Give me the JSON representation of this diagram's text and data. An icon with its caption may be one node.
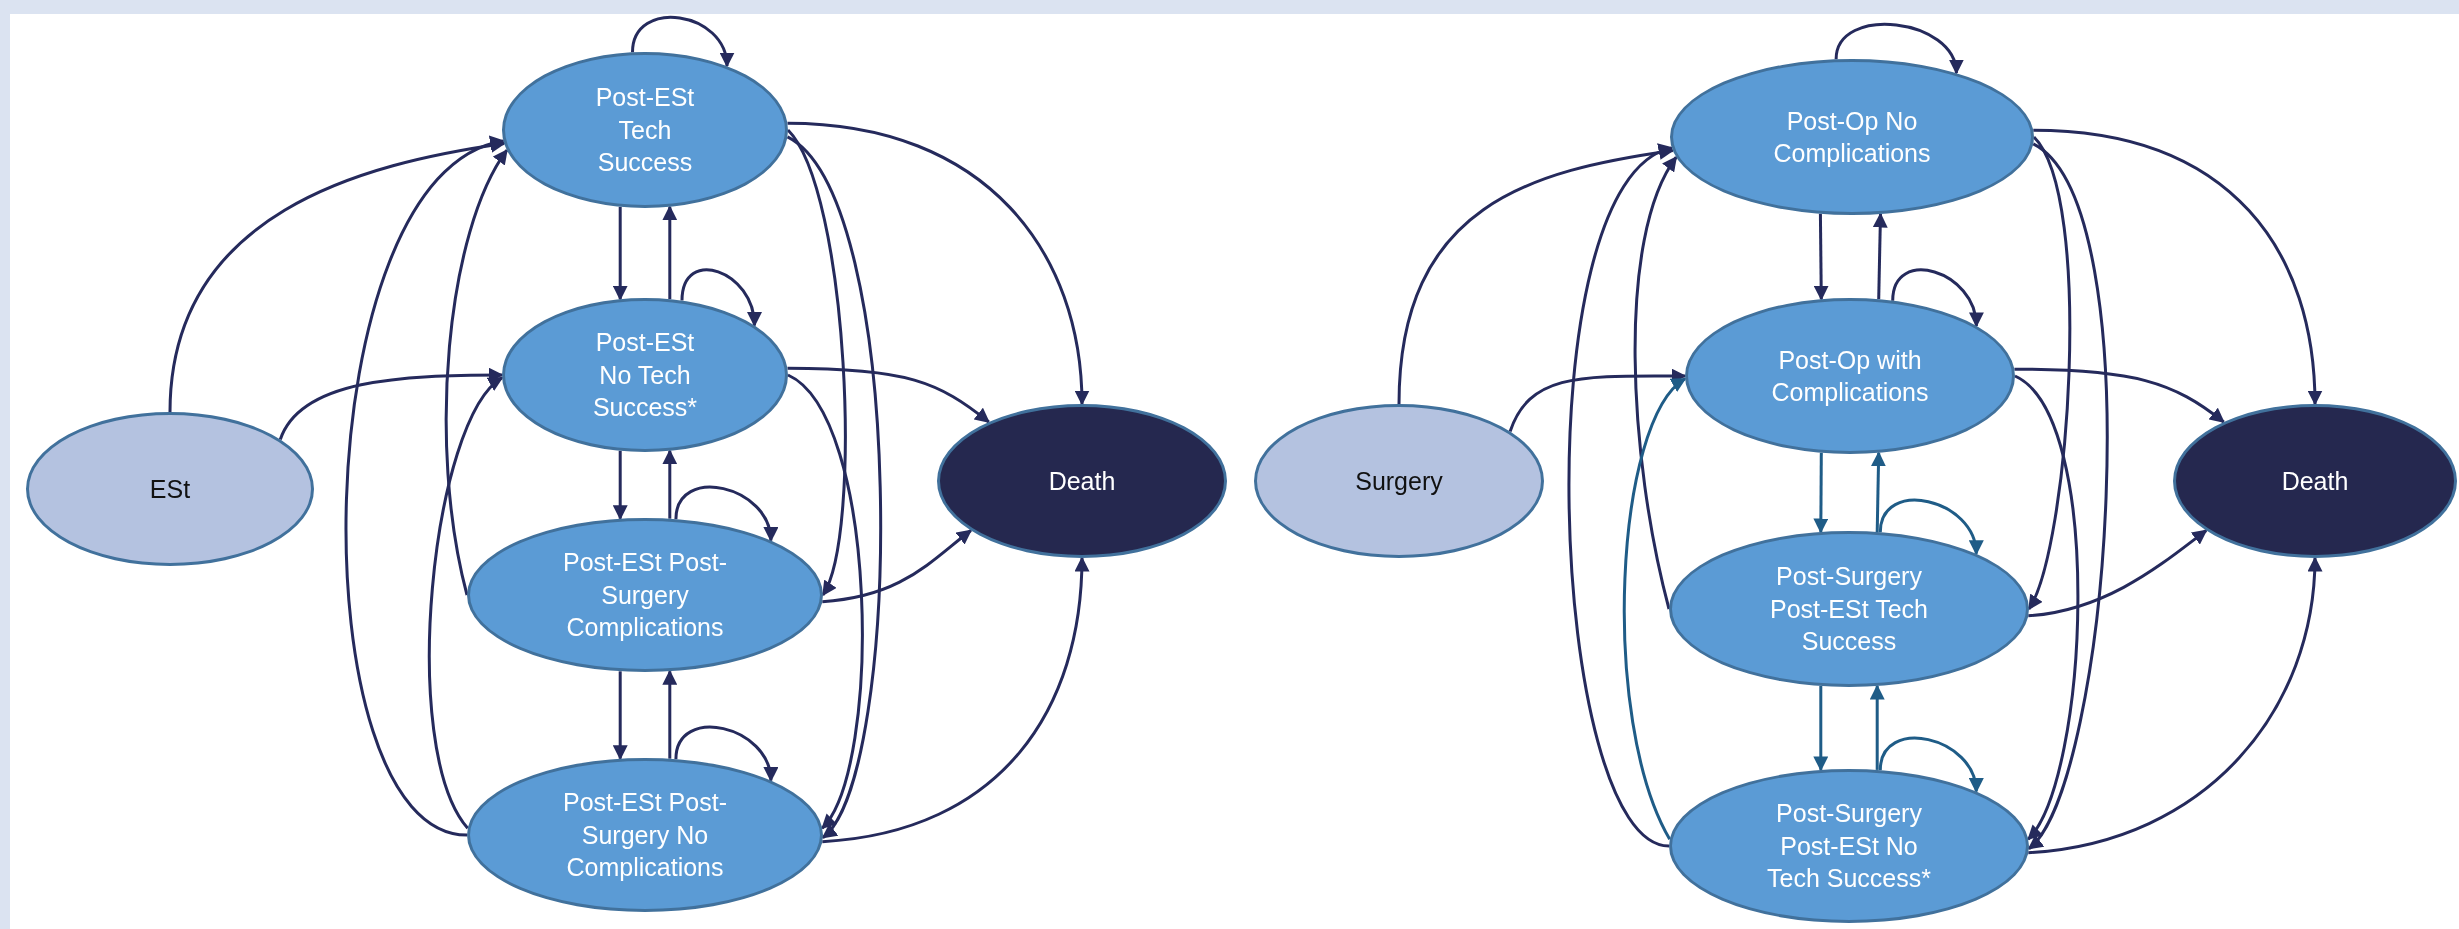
{
  "diagram": {
    "nodes": [
      {
        "text": [
          "ESt"
        ]
      },
      {
        "text": [
          "Post-ESt Tech Success"
        ]
      },
      {
        "text": [
          "Post-ESt No Tech Success*"
        ]
      },
      {
        "text": [
          "Post-ESt Post-Surgery Complications"
        ]
      },
      {
        "text": [
          "Post-ESt Post-Surgery No Complications"
        ]
      },
      {
        "text": [
          "Death"
        ]
      },
      {
        "text": [
          "Surgery"
        ]
      },
      {
        "text": [
          "Post-Op No Complications"
        ]
      },
      {
        "text": [
          "Post-Op with Complications"
        ]
      },
      {
        "text": [
          "Post-Surgery Post-ESt Tech Success"
        ]
      },
      {
        "text": [
          "Post-Surgery Post-ESt No Tech Success*"
        ]
      },
      {
        "text": [
          "Death"
        ]
      }
    ],
    "edges": [
      {
        "from": 0,
        "to": 1,
        "arrow": "to"
      },
      {
        "from": 0,
        "to": 2,
        "arrow": "to"
      },
      {
        "from": 1,
        "to": 1,
        "arrow": "to"
      },
      {
        "from": 1,
        "to": 2,
        "arrow": "to"
      },
      {
        "from": 2,
        "to": 1,
        "arrow": "to"
      },
      {
        "from": 2,
        "to": 2,
        "arrow": "to"
      },
      {
        "from": 2,
        "to": 3,
        "arrow": "to"
      },
      {
        "from": 3,
        "to": 2,
        "arrow": "to"
      },
      {
        "from": 3,
        "to": 3,
        "arrow": "to"
      },
      {
        "from": 3,
        "to": 4,
        "arrow": "to"
      },
      {
        "from": 4,
        "to": 3,
        "arrow": "to"
      },
      {
        "from": 4,
        "to": 4,
        "arrow": "to"
      },
      {
        "from": 3,
        "to": 1,
        "arrow": "to"
      },
      {
        "from": 4,
        "to": 1,
        "arrow": "to"
      },
      {
        "from": 4,
        "to": 2,
        "arrow": "to"
      },
      {
        "from": 1,
        "to": 3,
        "arrow": "to"
      },
      {
        "from": 1,
        "to": 4,
        "arrow": "to"
      },
      {
        "from": 2,
        "to": 4,
        "arrow": "to"
      },
      {
        "from": 1,
        "to": 5,
        "arrow": "to"
      },
      {
        "from": 2,
        "to": 5,
        "arrow": "to"
      },
      {
        "from": 3,
        "to": 5,
        "arrow": "to"
      },
      {
        "from": 4,
        "to": 5,
        "arrow": "to"
      },
      {
        "from": 6,
        "to": 7,
        "arrow": "to"
      },
      {
        "from": 6,
        "to": 8,
        "arrow": "to"
      },
      {
        "from": 7,
        "to": 7,
        "arrow": "to"
      },
      {
        "from": 7,
        "to": 8,
        "arrow": "to"
      },
      {
        "from": 8,
        "to": 7,
        "arrow": "to"
      },
      {
        "from": 8,
        "to": 8,
        "arrow": "to"
      },
      {
        "from": 8,
        "to": 9,
        "arrow": "to",
        "color": "#1f5c87"
      },
      {
        "from": 9,
        "to": 8,
        "arrow": "to",
        "color": "#1f5c87"
      },
      {
        "from": 9,
        "to": 9,
        "arrow": "to",
        "color": "#1f5c87"
      },
      {
        "from": 9,
        "to": 10,
        "arrow": "to",
        "color": "#1f5c87"
      },
      {
        "from": 10,
        "to": 9,
        "arrow": "to",
        "color": "#1f5c87"
      },
      {
        "from": 10,
        "to": 10,
        "arrow": "to",
        "color": "#1f5c87"
      },
      {
        "from": 9,
        "to": 7,
        "arrow": "to"
      },
      {
        "from": 10,
        "to": 7,
        "arrow": "to"
      },
      {
        "from": 10,
        "to": 8,
        "arrow": "to",
        "color": "#1f5c87"
      },
      {
        "from": 7,
        "to": 9,
        "arrow": "to"
      },
      {
        "from": 7,
        "to": 10,
        "arrow": "to"
      },
      {
        "from": 8,
        "to": 10,
        "arrow": "to"
      },
      {
        "from": 7,
        "to": 11,
        "arrow": "to"
      },
      {
        "from": 8,
        "to": 11,
        "arrow": "to"
      },
      {
        "from": 9,
        "to": 11,
        "arrow": "to"
      },
      {
        "from": 10,
        "to": 11,
        "arrow": "to"
      }
    ]
  }
}
